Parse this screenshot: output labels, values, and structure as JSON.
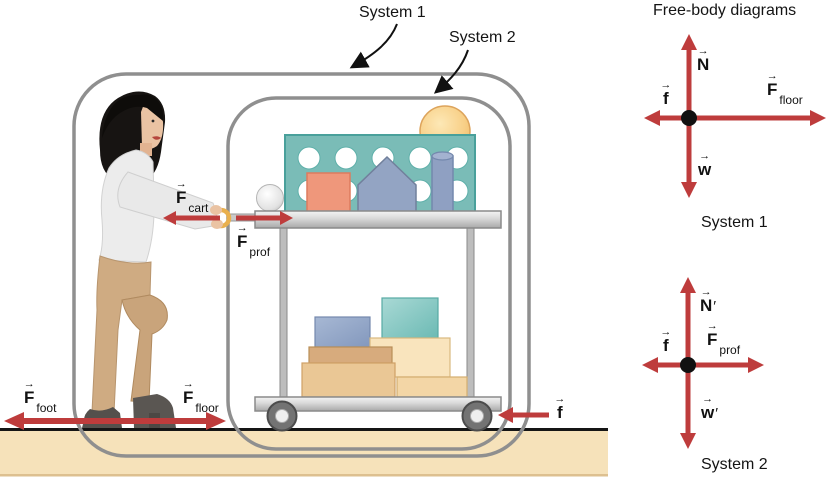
{
  "glyphs": {
    "vector_arrow": "→"
  },
  "colors": {
    "arrow_red": "#be3c3c",
    "outline_gray": "#8f8f8f",
    "floor_tan": "#f6e2ba",
    "rack_teal": "#7abcb7",
    "text": "#141414"
  },
  "scene": {
    "system1_label": "System 1",
    "system2_label": "System 2",
    "forces": {
      "f_foot": {
        "letter": "F",
        "sub": "foot",
        "prime": ""
      },
      "f_floor": {
        "letter": "F",
        "sub": "floor",
        "prime": ""
      },
      "f_cart": {
        "letter": "F",
        "sub": "cart",
        "prime": ""
      },
      "f_prof": {
        "letter": "F",
        "sub": "prof",
        "prime": ""
      },
      "friction": {
        "letter": "f",
        "sub": "",
        "prime": ""
      }
    }
  },
  "fbd": {
    "title": "Free-body diagrams",
    "diagrams": [
      {
        "caption": "System 1",
        "up": {
          "letter": "N",
          "sub": "",
          "prime": ""
        },
        "left": {
          "letter": "f",
          "sub": "",
          "prime": ""
        },
        "right": {
          "letter": "F",
          "sub": "floor",
          "prime": ""
        },
        "down": {
          "letter": "w",
          "sub": "",
          "prime": ""
        }
      },
      {
        "caption": "System 2",
        "up": {
          "letter": "N",
          "sub": "",
          "prime": "′"
        },
        "left": {
          "letter": "f",
          "sub": "",
          "prime": ""
        },
        "right": {
          "letter": "F",
          "sub": "prof",
          "prime": ""
        },
        "down": {
          "letter": "w",
          "sub": "",
          "prime": "′"
        }
      }
    ]
  }
}
